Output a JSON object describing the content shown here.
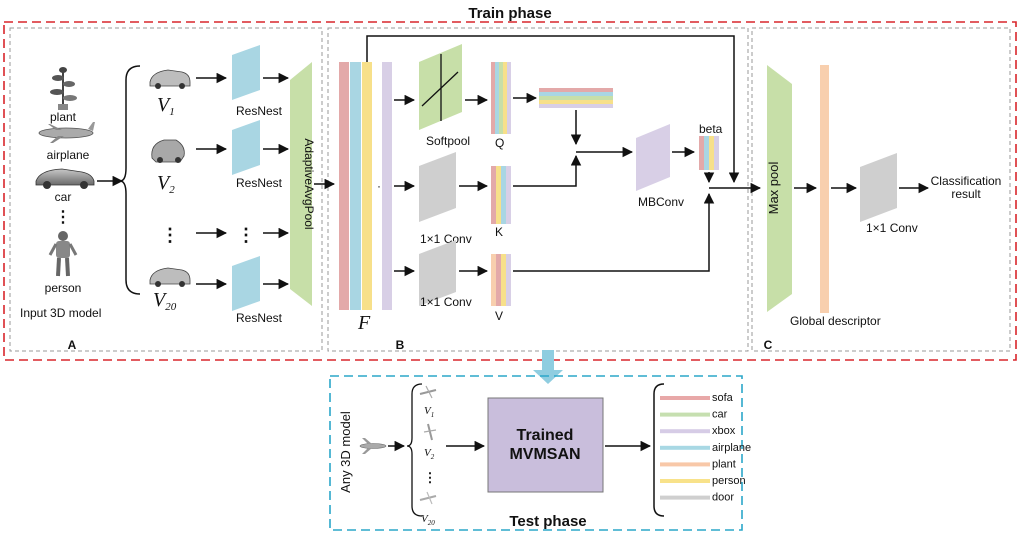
{
  "titles": {
    "train_phase": "Train phase",
    "test_phase": "Test phase"
  },
  "sections": {
    "a": "A",
    "b": "B",
    "c": "C"
  },
  "input": {
    "caption": "Input 3D model",
    "objects": [
      "plant",
      "airplane",
      "car",
      "person"
    ],
    "ellipsis": "⋮"
  },
  "views": {
    "v1": "V",
    "v1_sub": "1",
    "v2": "V",
    "v2_sub": "2",
    "v20": "V",
    "v20_sub": "20",
    "dots": "⋮"
  },
  "modules": {
    "resnest": "ResNest",
    "adaptive_pool": "AdaptiveAvgPool",
    "feature": "F",
    "feature_dots": "···",
    "softpool": "Softpool",
    "conv1": "1×1 Conv",
    "conv2": "1×1 Conv",
    "q": "Q",
    "k": "K",
    "v": "V",
    "mbconv": "MBConv",
    "beta": "beta",
    "maxpool": "Max pool",
    "global_descriptor": "Global descriptor",
    "conv_out": "1×1 Conv",
    "classification_line1": "Classification",
    "classification_line2": "result"
  },
  "test": {
    "input_label": "Any 3D model",
    "trained_line1": "Trained",
    "trained_line2": "MVMSAN",
    "view_labels": [
      "V",
      "V",
      "V"
    ],
    "view_subs": [
      "1",
      "2",
      "20"
    ],
    "view_dots": "⋮",
    "classes": [
      {
        "name": "sofa",
        "color": "#e8a8a8"
      },
      {
        "name": "car",
        "color": "#c6dfb0"
      },
      {
        "name": "xbox",
        "color": "#d6cce6"
      },
      {
        "name": "airplane",
        "color": "#a8d8e4"
      },
      {
        "name": "plant",
        "color": "#f8c8a8"
      },
      {
        "name": "person",
        "color": "#f8e28a"
      },
      {
        "name": "door",
        "color": "#cfcfcf"
      }
    ]
  },
  "colors": {
    "train_border": "#d9262b",
    "test_border": "#2ba7c9",
    "resnest": "#a9d6e3",
    "pool_green": "#c7dfa8",
    "feat_pink": "#e3a9a9",
    "feat_blue": "#a9d6e3",
    "feat_yellow": "#f7e08a",
    "feat_lav": "#d8cfe6",
    "conv_gray": "#cfcfcf",
    "mbconv": "#d8cfe6",
    "global_desc": "#f8cfae",
    "trained_box": "#c9bedc",
    "down_arrow": "#8fcde0"
  }
}
